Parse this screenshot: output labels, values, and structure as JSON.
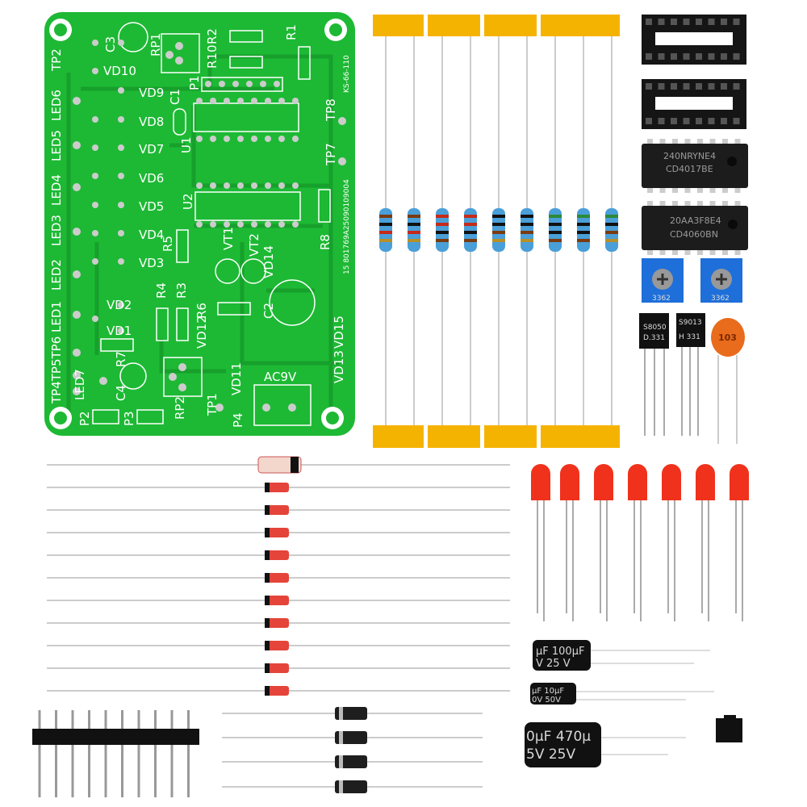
{
  "pcb": {
    "labels": {
      "tp2": "TP2",
      "led6": "LED6",
      "led5": "LED5",
      "led4": "LED4",
      "led3": "LED3",
      "led2": "LED2",
      "led1": "LED1",
      "tp456": "TP4TP5TP6",
      "led7": "LED7",
      "vd1": "VD1",
      "vd2": "VD2",
      "vd3": "VD3",
      "vd4": "VD4",
      "vd5": "VD5",
      "vd6": "VD6",
      "vd7": "VD7",
      "vd8": "VD8",
      "vd9": "VD9",
      "vd10": "VD10",
      "vd11": "VD11",
      "vd12": "VD12",
      "vd13": "VD13",
      "vd14": "VD14",
      "vd15": "VD15",
      "c1": "C1",
      "c2": "C2",
      "c3": "C3",
      "c4": "C4",
      "r1": "R1",
      "r2": "R2",
      "r3": "R3",
      "r4": "R4",
      "r5": "R5",
      "r6": "R6",
      "r7": "R7",
      "r8": "R8",
      "r10": "R10",
      "rp1": "RP1",
      "rp2": "RP2",
      "p1": "P1",
      "p2": "P2",
      "p3": "P3",
      "p4": "P4",
      "u1": "U1",
      "u2": "U2",
      "vt1": "VT1",
      "vt2": "VT2",
      "tp1": "TP1",
      "tp7": "TP7",
      "tp8": "TP8",
      "ac9v": "AC9V",
      "board_code": "KS-66-110",
      "serial": "15 801769A25090109004"
    },
    "color": "#1db934"
  },
  "ics": [
    {
      "line1": "240NRYNE4",
      "line2": "CD4017BE"
    },
    {
      "line1": "20AA3F8E4",
      "line2": "CD4060BN"
    }
  ],
  "pots": [
    {
      "code": "3362"
    },
    {
      "code": "3362"
    }
  ],
  "transistors": [
    {
      "line1": "S8050",
      "line2": "D.331"
    },
    {
      "line1": "S9013",
      "line2": "H 331"
    }
  ],
  "ceramic_cap": {
    "code": "103"
  },
  "electrolytic_caps": [
    {
      "line1": "µF 100µF",
      "line2": "V   25   V"
    },
    {
      "line1": "µF 10µF",
      "line2": "0V  50V"
    },
    {
      "line1": "0µF 470µ",
      "line2": "5V    25V"
    }
  ],
  "colors": {
    "tape": "#f5b301",
    "led": "#f0321c",
    "resistor": "#4a9fd8",
    "ic": "#1c1c1c",
    "pot": "#1e6fd9"
  }
}
